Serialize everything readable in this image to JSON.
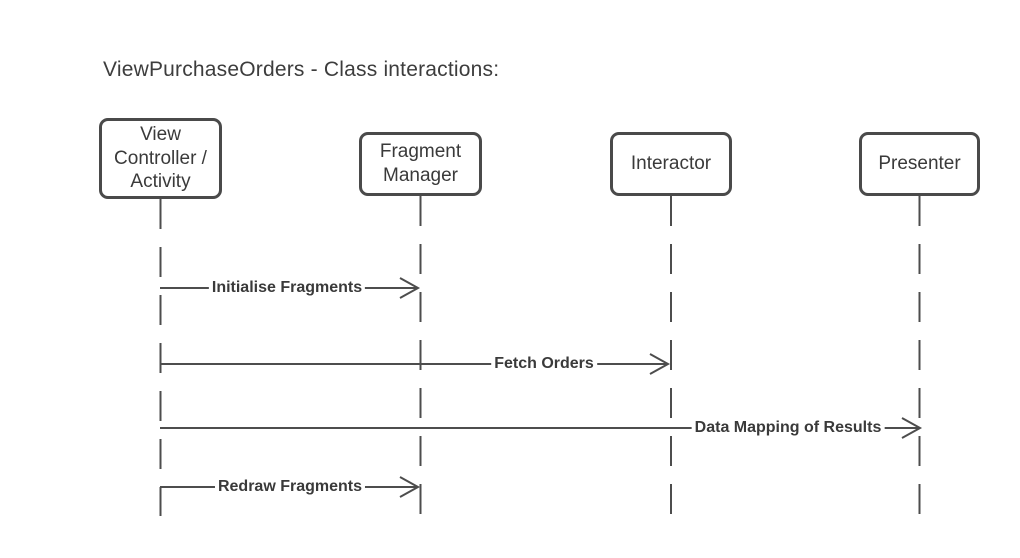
{
  "title": "ViewPurchaseOrders - Class interactions:",
  "diagram": {
    "type": "sequence",
    "actors": [
      {
        "id": "view-controller-activity",
        "label": "View Controller / Activity"
      },
      {
        "id": "fragment-manager",
        "label": "Fragment Manager"
      },
      {
        "id": "interactor",
        "label": "Interactor"
      },
      {
        "id": "presenter",
        "label": "Presenter"
      }
    ],
    "messages": [
      {
        "label": "Initialise Fragments",
        "from": "view-controller-activity",
        "to": "fragment-manager"
      },
      {
        "label": "Fetch Orders",
        "from": "view-controller-activity",
        "to": "interactor"
      },
      {
        "label": "Data Mapping of Results",
        "from": "view-controller-activity",
        "to": "presenter"
      },
      {
        "label": "Redraw Fragments",
        "from": "view-controller-activity",
        "to": "fragment-manager"
      }
    ],
    "colors": {
      "line": "#4d4d4d",
      "border": "#4a4a4a",
      "text": "#3a3a3a",
      "background": "#ffffff"
    }
  }
}
